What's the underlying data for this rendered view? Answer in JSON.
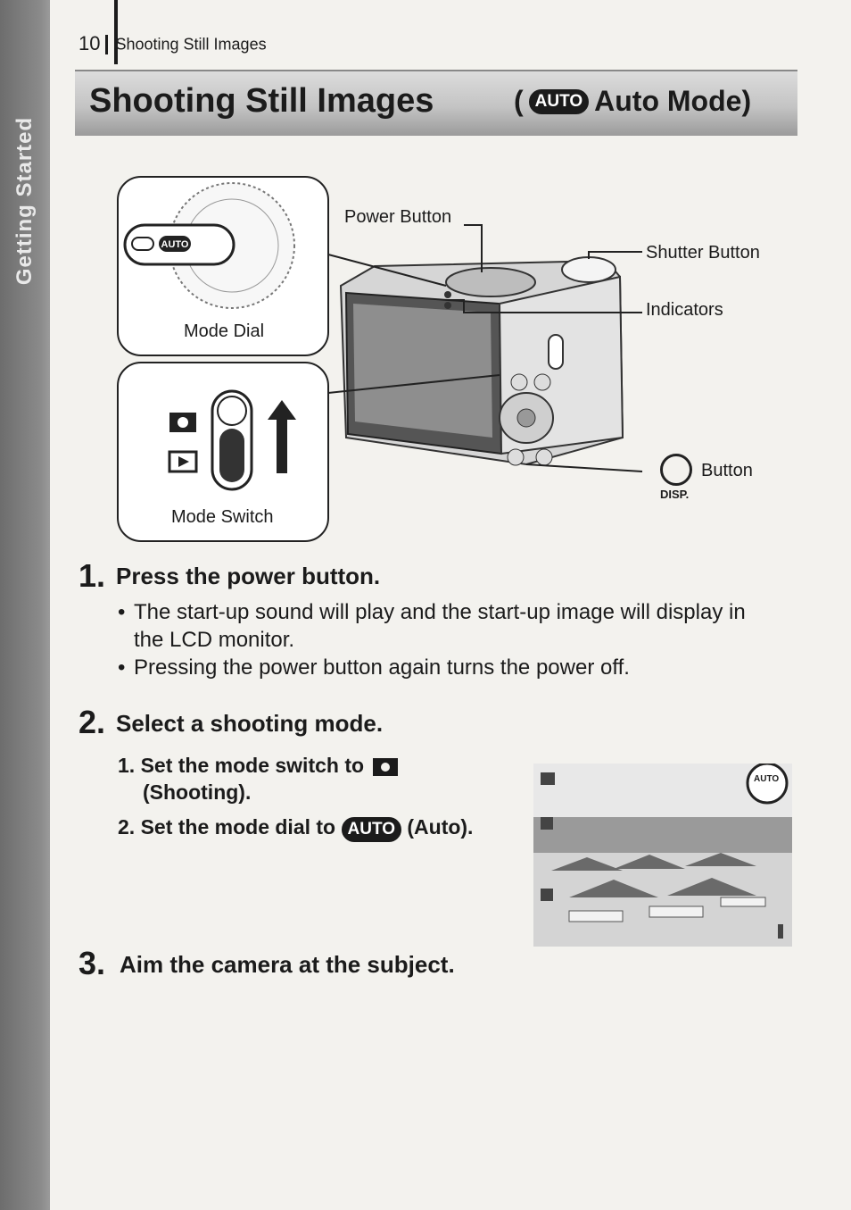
{
  "side_tab": {
    "label": "Getting Started"
  },
  "header": {
    "page_number": "10",
    "section": "Shooting Still Images"
  },
  "title": {
    "main": "Shooting Still Images",
    "open": "(",
    "mode_icon_text": "AUTO",
    "mode_label": "Auto Mode)"
  },
  "figure": {
    "mode_dial_label": "Mode Dial",
    "mode_switch_label": "Mode Switch",
    "power_button_label": "Power Button",
    "shutter_button_label": "Shutter Button",
    "indicators_label": "Indicators",
    "disp_button_label": "Button",
    "disp_text": "DISP."
  },
  "step1": {
    "number": "1.",
    "title": "Press the power button.",
    "bullets": [
      "The start-up sound will play and the start-up image will display in",
      "the LCD monitor.",
      "Pressing the power button again turns the power off."
    ]
  },
  "step2": {
    "number": "2.",
    "title": "Select a shooting mode.",
    "substeps": {
      "s1_prefix": "1. Set the mode switch to",
      "s1_suffix": "(Shooting).",
      "s2_prefix": "2. Set the mode dial to",
      "s2_icon": "AUTO",
      "s2_suffix": "(Auto)."
    }
  },
  "step3": {
    "number": "3.",
    "title": "Aim the camera at the subject."
  },
  "lcd": {
    "mode_icon_text": "AUTO"
  },
  "colors": {
    "side_tab": "#7a7a7a",
    "title_bar": "#c4c4c4",
    "text": "#1b1b1b",
    "paper": "#f3f2ee"
  }
}
